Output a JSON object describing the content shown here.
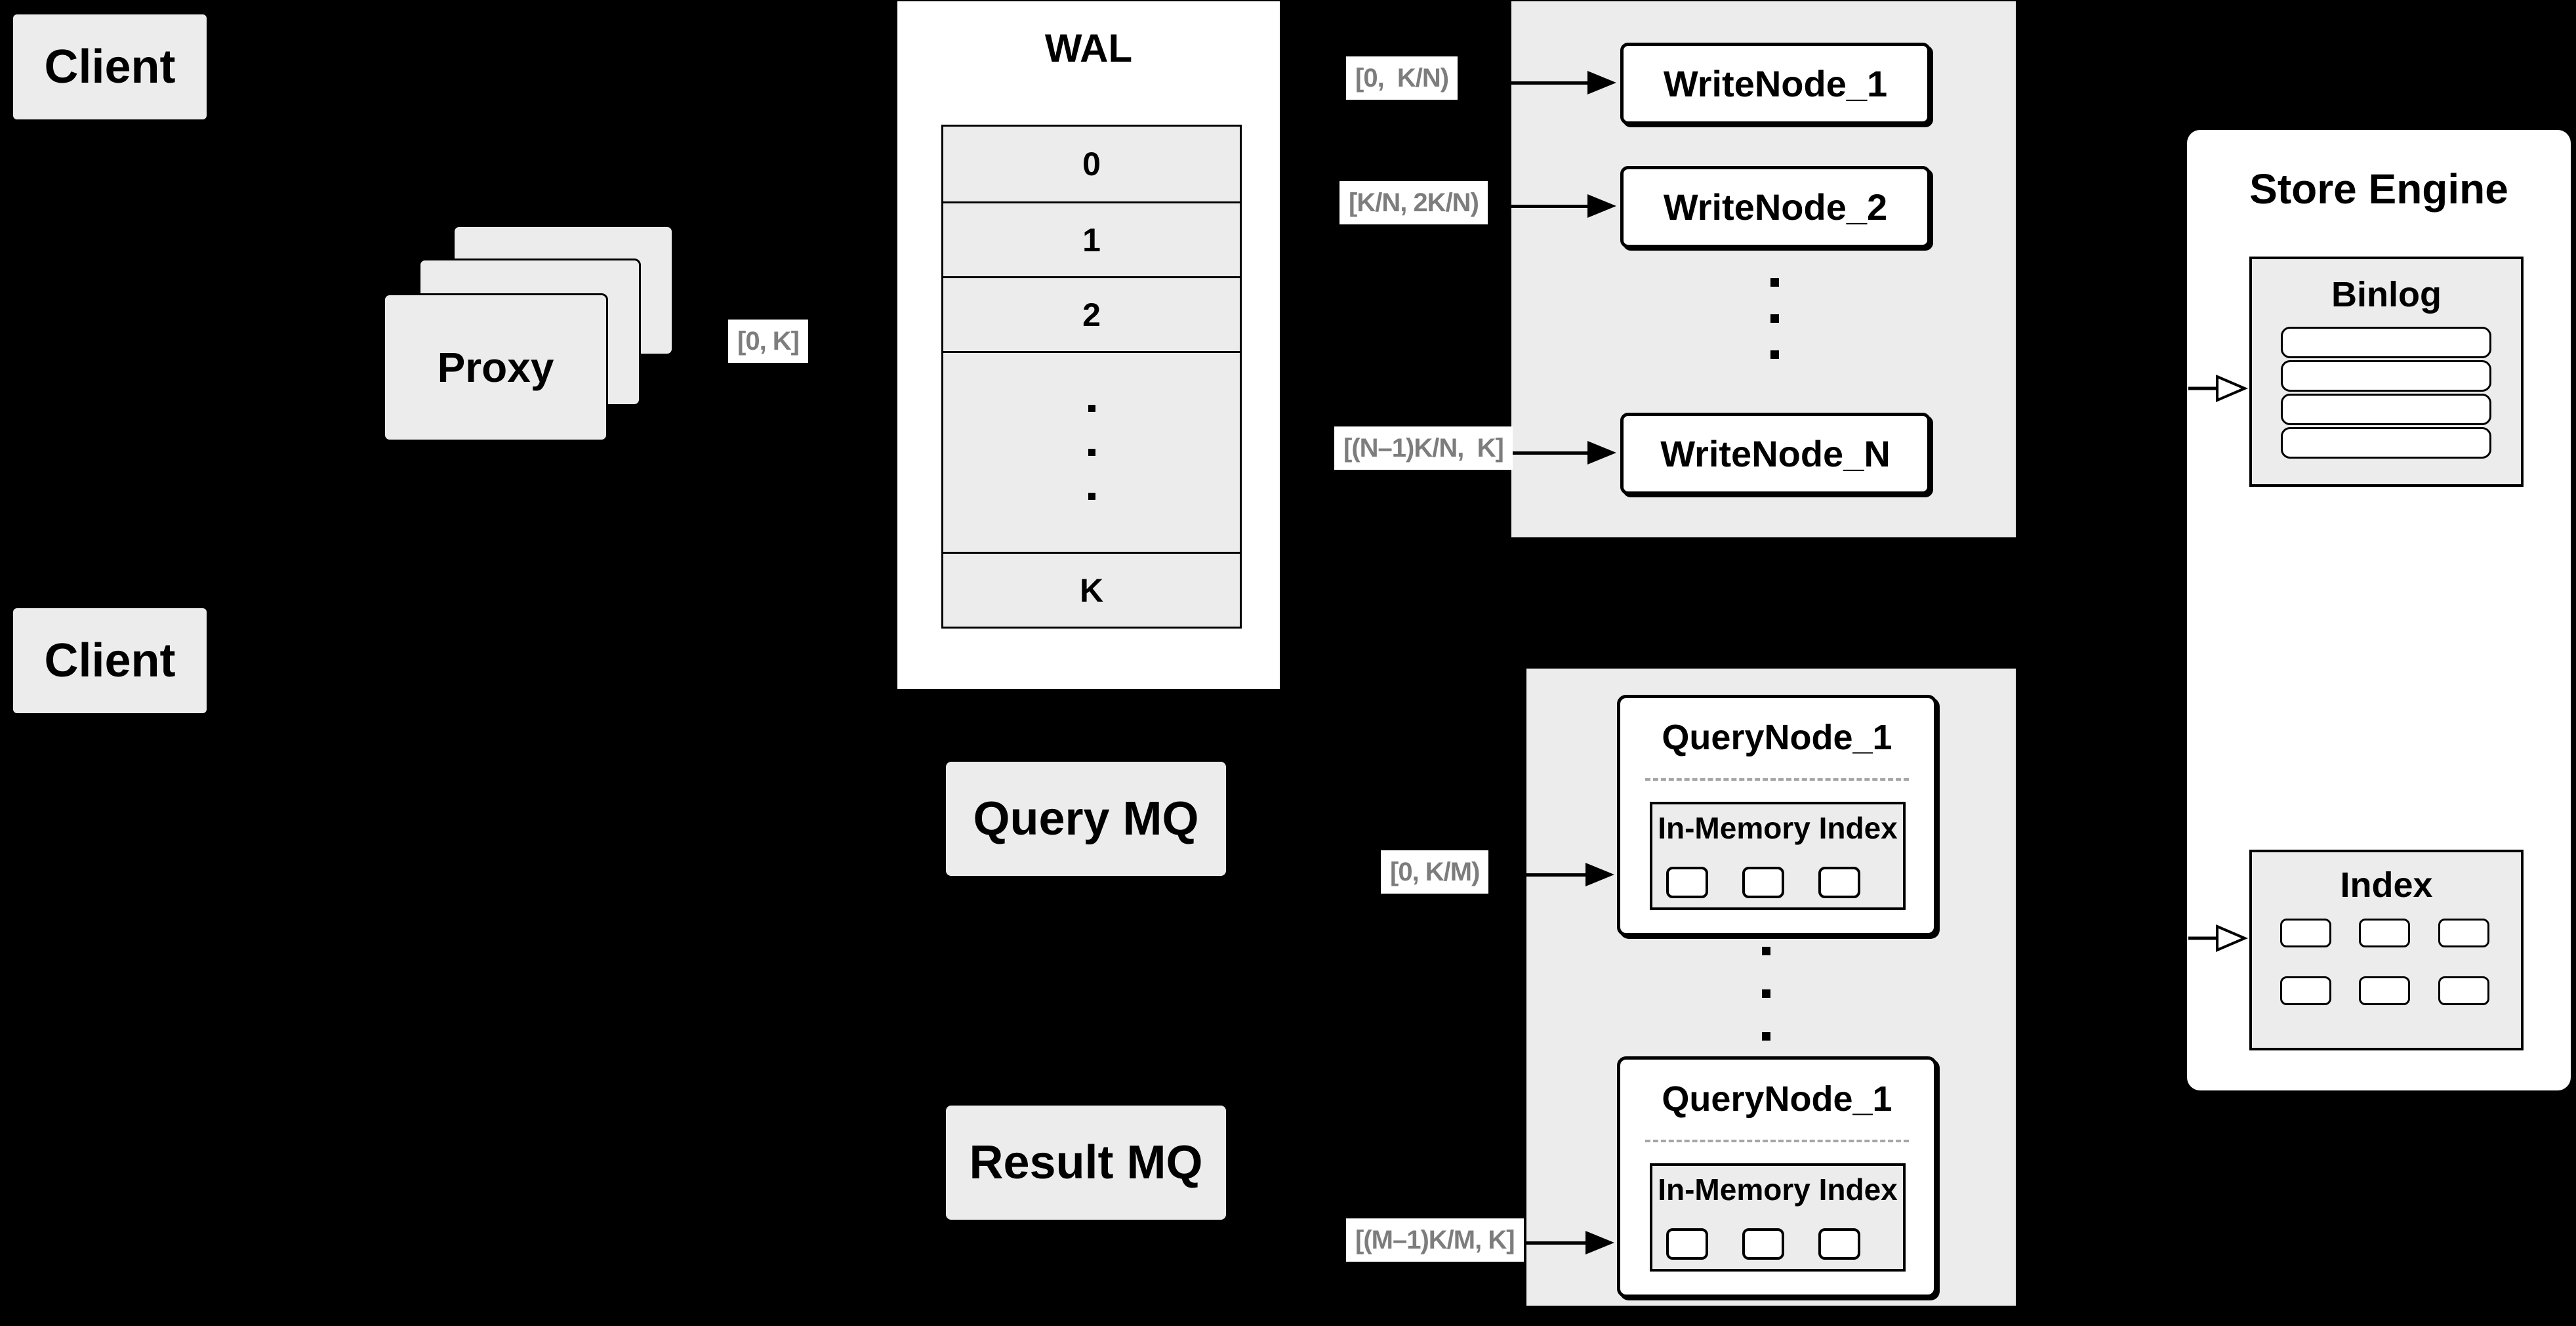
{
  "colors": {
    "background": "#000000",
    "panel_gray": "#ececec",
    "panel_white": "#ffffff",
    "border": "#000000",
    "range_label_text": "#7d7d7d",
    "dashed_separator": "#a6a6a6"
  },
  "clients": {
    "top": "Client",
    "bottom": "Client"
  },
  "proxy": {
    "label": "Proxy",
    "stack_count": 3
  },
  "flow_labels": {
    "proxy_wal": "[0, K]",
    "wal_write1": "[0,  K/N)",
    "wal_write2": "[K/N, 2K/N)",
    "wal_writeN": "[(N–1)K/N,  K]",
    "mq_query1": "[0, K/M)",
    "mq_queryM": "[(M–1)K/M, K]"
  },
  "wal": {
    "title": "WAL",
    "rows": [
      "0",
      "1",
      "2"
    ],
    "last_row": "K"
  },
  "write_nodes": {
    "node1": "WriteNode_1",
    "node2": "WriteNode_2",
    "nodeN": "WriteNode_N"
  },
  "store_engine": {
    "title": "Store Engine",
    "binlog_title": "Binlog",
    "binlog_rows": 4,
    "index_title": "Index",
    "index_cells": 6
  },
  "message_queues": {
    "query": "Query MQ",
    "result": "Result MQ"
  },
  "query_nodes": {
    "node1_title": "QueryNode_1",
    "node2_title": "QueryNode_1",
    "in_memory_title": "In-Memory Index",
    "segment_count": 3
  }
}
